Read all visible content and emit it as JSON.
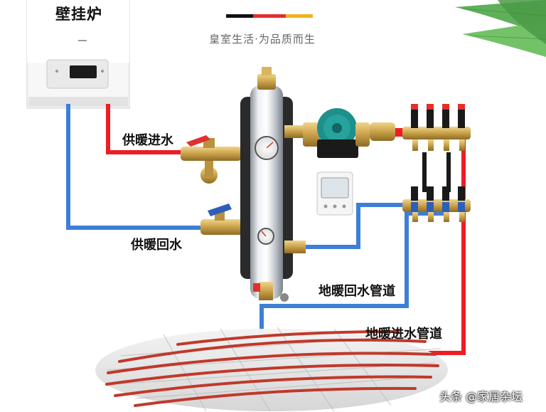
{
  "labels": {
    "boiler": "壁挂炉",
    "slogan": "皇室生活·为品质而生",
    "supply": "供暖进水",
    "return": "供暖回水",
    "floor_return": "地暖回水管道",
    "floor_supply": "地暖进水管道"
  },
  "watermark": "头条 @家居杂坛",
  "colors": {
    "supply_pipe": "#ee1c25",
    "return_pipe": "#3d7fd6",
    "heating_coil": "#c0392b",
    "pump": "#1f8f8a",
    "brass": "#c9a14a",
    "stainless": "#cfd3d8",
    "insulation": "#2a2a2a",
    "accent_black": "#111111",
    "accent_red": "#e22f2f",
    "accent_yellow": "#f3b21a"
  },
  "icons": {
    "boiler": "wall-boiler-icon",
    "separator": "hydraulic-separator-icon",
    "pump": "circulation-pump-icon",
    "thermostat": "thermostat-controller-icon",
    "manifold_top": "manifold-supply-icon",
    "manifold_bottom": "manifold-return-icon",
    "floor": "floor-heating-coil-icon",
    "leaves": "palm-leaf-icon"
  }
}
